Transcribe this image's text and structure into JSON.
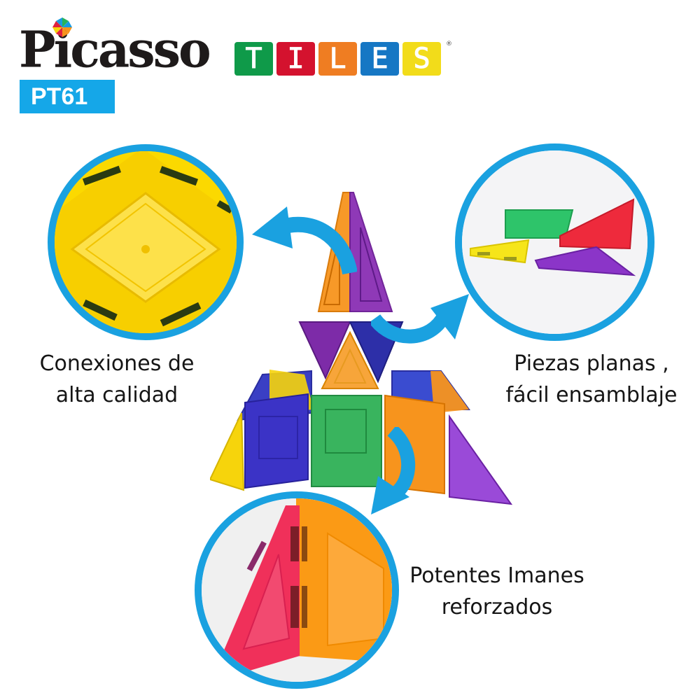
{
  "brand": {
    "name_word": "Picasso",
    "tiles_letters": [
      {
        "letter": "T",
        "color": "#0f9a49"
      },
      {
        "letter": "I",
        "color": "#d4122e"
      },
      {
        "letter": "L",
        "color": "#ef7d22"
      },
      {
        "letter": "E",
        "color": "#1677c4"
      },
      {
        "letter": "S",
        "color": "#f2dc1a"
      }
    ],
    "registered_mark": "®",
    "model_badge": "PT61",
    "badge_color": "#15a7e8"
  },
  "accent_color": "#1aa1e0",
  "features": [
    {
      "id": "connections",
      "lines": [
        "Conexiones de",
        "alta calidad"
      ],
      "image": "yellow-square-tile-closeup"
    },
    {
      "id": "flat-pieces",
      "lines": [
        "Piezas planas ,",
        "fácil ensamblaje"
      ],
      "image": "four-flat-tiles-green-red-yellow-purple"
    },
    {
      "id": "magnets",
      "lines": [
        "Potentes Imanes",
        "reforzados"
      ],
      "image": "red-and-orange-tile-edge-closeup"
    }
  ],
  "center_image": "rocket-built-from-magnetic-tiles",
  "tile_colors": {
    "yellow": "#f6d40c",
    "green": "#29b35a",
    "red": "#e0213e",
    "orange": "#f7941d",
    "blue": "#3a3fc4",
    "purple": "#8a2fb4"
  }
}
